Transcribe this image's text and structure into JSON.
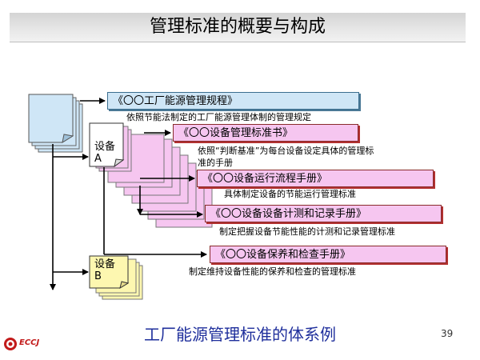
{
  "title": "管理标准的概要与构成",
  "documents": [
    {
      "label": "《〇〇工厂能源管理规程》",
      "description": "依照节能法制定的工厂能源管理体制的管理规定"
    },
    {
      "label": "《〇〇设备管理标准书》",
      "description_lines": [
        "依照“判断基准”为每台设备设定具体的管理标",
        "准的手册"
      ]
    },
    {
      "label": "《〇〇设备运行流程手册》",
      "description": "具体制定设备的节能运行管理标准"
    },
    {
      "label": "《〇〇设备设备计测和记录手册》",
      "description": "制定把握设备节能性能的计测和记录管理标准"
    },
    {
      "label": "《〇〇设备保养和检查手册》",
      "description": "制定维持设备性能的保养和检查的管理标准"
    }
  ],
  "devices": {
    "a": {
      "line1": "设备",
      "line2": "A"
    },
    "b": {
      "line1": "设备",
      "line2": "B"
    }
  },
  "footer": {
    "caption": "工厂能源管理标准的体系例",
    "page_number": "39",
    "logo": "ECCJ"
  },
  "colors": {
    "blue_doc": "#cfe6f6",
    "pink_doc": "#f6c6f0",
    "yellow_doc": "#fdf7b0",
    "caption": "#1f2f9c"
  }
}
